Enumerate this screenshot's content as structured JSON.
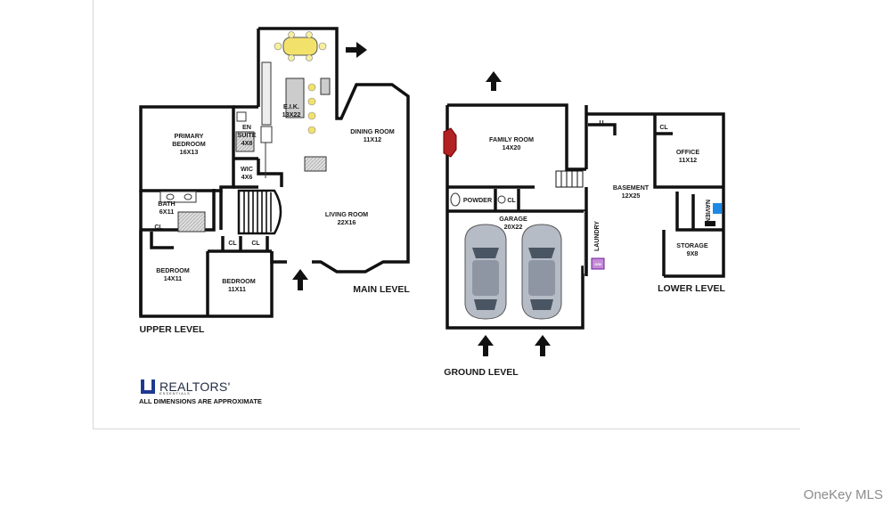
{
  "levels": {
    "upper": "UPPER LEVEL",
    "main": "MAIN LEVEL",
    "ground": "GROUND LEVEL",
    "lower": "LOWER LEVEL"
  },
  "rooms": {
    "eik": {
      "name": "E.I.K.",
      "dims": "13X22"
    },
    "en_suite": {
      "name": "EN",
      "name2": "SUITE",
      "dims": "4X8"
    },
    "primary_bedroom": {
      "name": "PRIMARY",
      "name2": "BEDROOM",
      "dims": "16X13"
    },
    "wic": {
      "name": "WIC",
      "dims": "4X6"
    },
    "dining_room": {
      "name": "DINING ROOM",
      "dims": "11X12"
    },
    "living_room": {
      "name": "LIVING ROOM",
      "dims": "22X16"
    },
    "bath": {
      "name": "BATH",
      "dims": "6X11"
    },
    "bedroom_left": {
      "name": "BEDROOM",
      "dims": "14X11"
    },
    "bedroom_right": {
      "name": "BEDROOM",
      "dims": "11X11"
    },
    "family_room": {
      "name": "FAMILY ROOM",
      "dims": "14X20"
    },
    "powder": {
      "name": "POWDER"
    },
    "garage": {
      "name": "GARAGE",
      "dims": "20X22"
    },
    "laundry": {
      "name": "LAUNDRY"
    },
    "basement": {
      "name": "BASEMENT",
      "dims": "12X25"
    },
    "office": {
      "name": "OFFICE",
      "dims": "11X12"
    },
    "navien": {
      "name": "NAVIEN"
    },
    "storage": {
      "name": "STORAGE",
      "dims": "9X8"
    }
  },
  "closet_label": "CL",
  "utility_label": "U",
  "gm_label": "G/M",
  "brand": {
    "name": "REALTORS'",
    "sub": "ESSENTIALS",
    "accent": "#1f3a93"
  },
  "disclaimer": "ALL DIMENSIONS ARE APPROXIMATE",
  "watermark": "OneKey MLS",
  "colors": {
    "wall": "#111111",
    "fireplace": "#b22222",
    "table": "#f2e26b",
    "heater": "#1e88e5",
    "gm": "#9c27b0"
  }
}
